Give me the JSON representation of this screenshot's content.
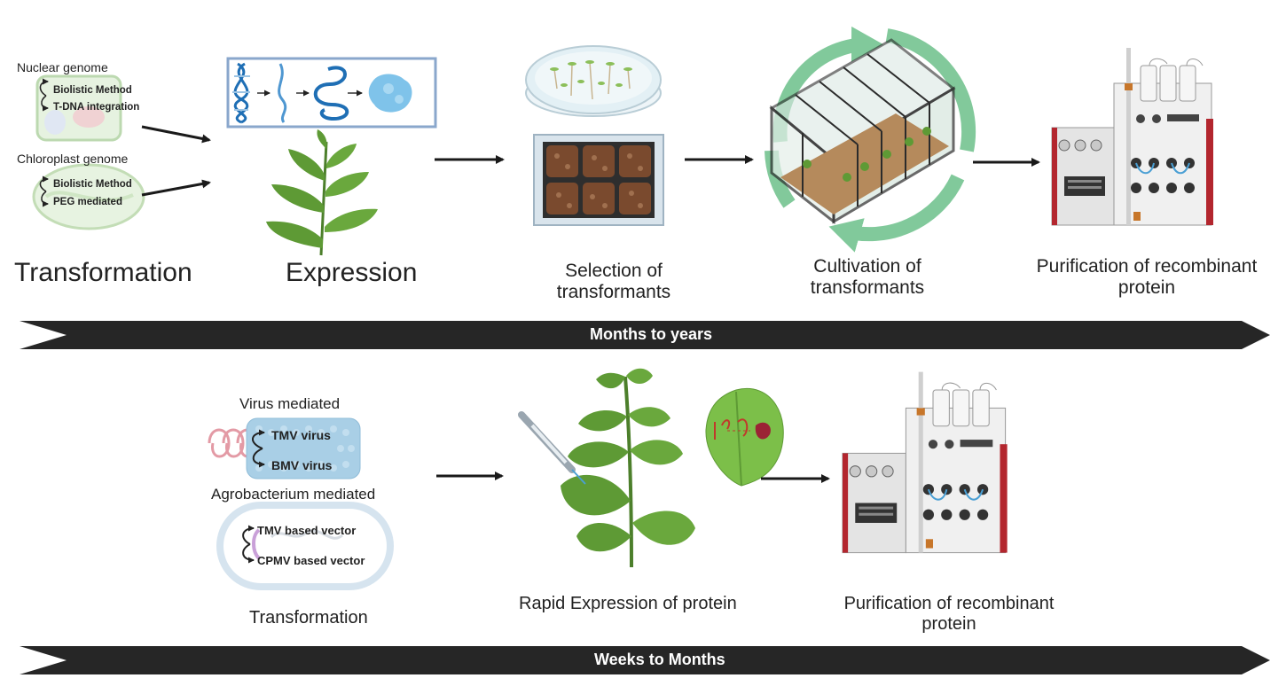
{
  "top_row": {
    "nuclear_genome": "Nuclear genome",
    "nuclear_methods": [
      "Biolistic Method",
      "T-DNA integration"
    ],
    "chloroplast_genome": "Chloroplast  genome",
    "chloroplast_methods": [
      "Biolistic Method",
      "PEG mediated"
    ],
    "transformation": "Transformation",
    "expression": "Expression",
    "selection": [
      "Selection of",
      "transformants"
    ],
    "cultivation": [
      "Cultivation of",
      "transformants"
    ],
    "purification": [
      "Purification of recombinant",
      "protein"
    ],
    "timeline": "Months to years"
  },
  "bottom_row": {
    "virus_mediated": "Virus mediated",
    "virus_types": [
      "TMV virus",
      "BMV virus"
    ],
    "agro_mediated": "Agrobacterium mediated",
    "agro_vectors": [
      "TMV based vector",
      "CPMV based vector"
    ],
    "transformation": "Transformation",
    "rapid_expression": "Rapid Expression of protein",
    "purification": [
      "Purification of recombinant",
      "protein"
    ],
    "timeline": "Weeks to Months"
  },
  "colors": {
    "bar": "#262626",
    "arrow": "#1a1a1a",
    "cycle_green": "#6cc08a",
    "leaf_green": "#5e9a35",
    "dna_blue": "#1f6fb5",
    "instrument_red": "#b3262e"
  }
}
